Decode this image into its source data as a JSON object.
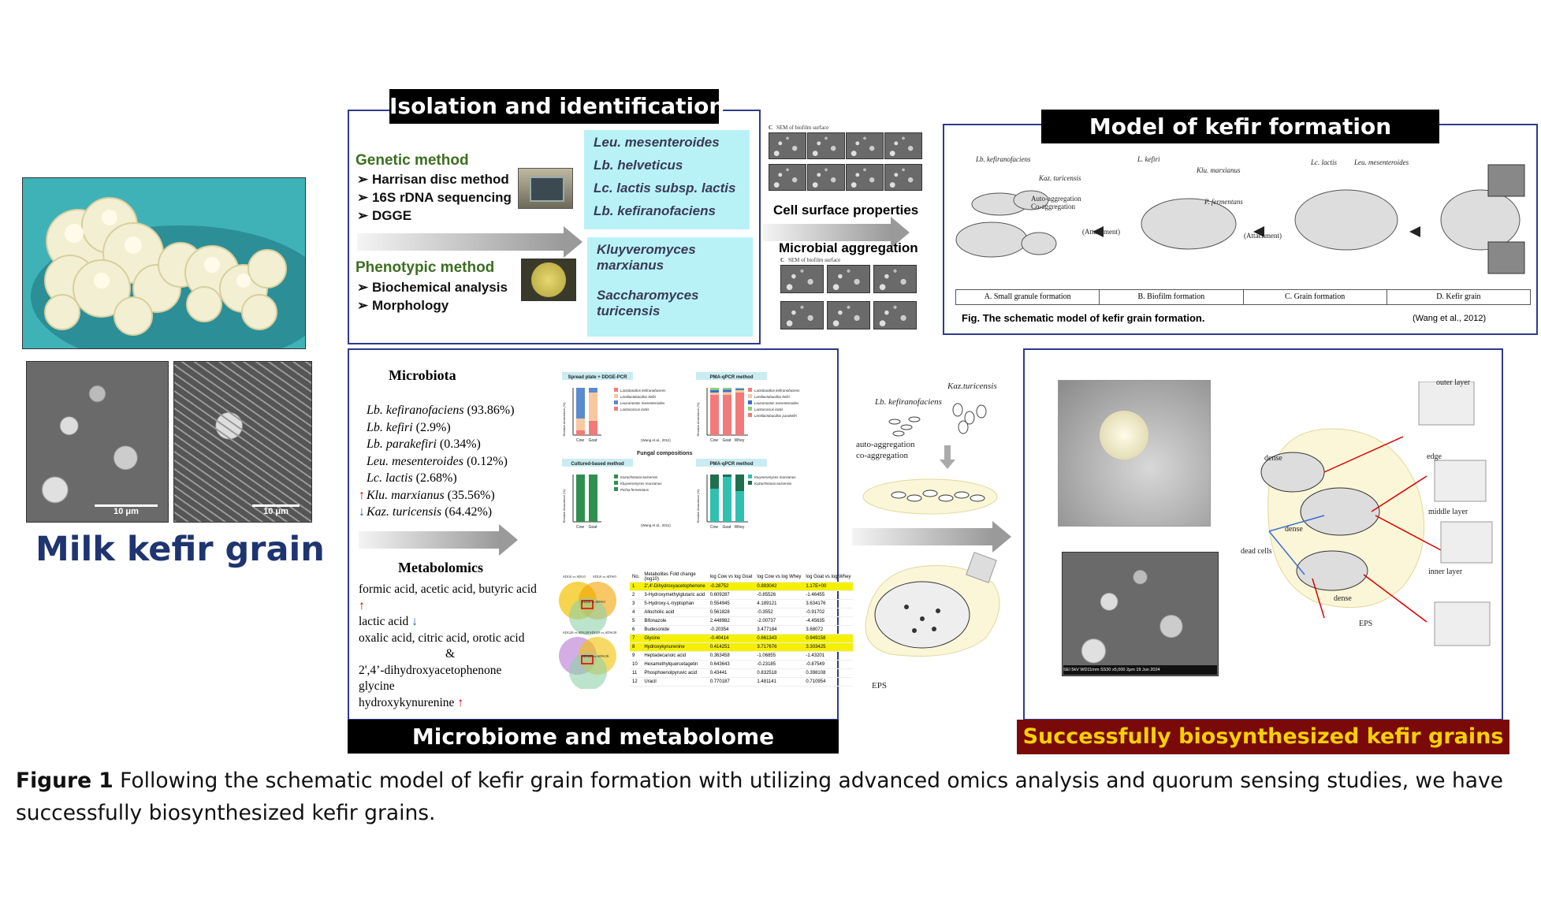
{
  "milk_kefir": {
    "label": "Milk kefir grain",
    "scale_left": "10 μm",
    "scale_right": "10 μm"
  },
  "isolation": {
    "title": "Isolation and identification",
    "genetic_heading": "Genetic method",
    "genetic_items": [
      "Harrisan disc method",
      "16S rDNA  sequencing",
      "DGGE"
    ],
    "phenotypic_heading": "Phenotypic method",
    "phenotypic_items": [
      "Biochemical analysis",
      "Morphology"
    ],
    "bacteria": [
      "Leu. mesenteroides",
      "Lb. helveticus",
      "Lc. lactis subsp. lactis",
      "Lb. kefiranofaciens"
    ],
    "yeast_1": "Kluyveromyces marxianus",
    "yeast_2": "Saccharomyces turicensis"
  },
  "middle": {
    "cell_surface": "Cell surface properties",
    "microbial_aggregation": "Microbial aggregation",
    "sem_top_caption": "SEM of biofilm surface",
    "sem_top_label": "C",
    "sem_bottom_caption": "SEM of biofilm surface",
    "sem_bottom_label": "C"
  },
  "model": {
    "title": "Model of kefir formation",
    "labels_a": [
      "Lb. kefiranofaciens",
      "Kaz. turicensis",
      "Auto-aggregation",
      "Co-aggregation"
    ],
    "labels_b": [
      "L. kefiri",
      "Klu. marxianus",
      "P. fermentans"
    ],
    "labels_c": [
      "Lc. lactis",
      "Leu. mesenteroides"
    ],
    "attachment": "(Attachment)",
    "stages": [
      "A. Small granule formation",
      "B. Biofilm formation",
      "C. Grain formation",
      "D. Kefir grain"
    ],
    "caption": "Fig. The schematic model of kefir grain formation.",
    "citation": "(Wang et al., 2012)"
  },
  "microbiome": {
    "title": "Microbiome and metabolome",
    "microbiota_heading": "Microbiota",
    "microbiota": [
      {
        "name": "Lb. kefiranofaciens",
        "value": "(93.86%)",
        "arrow": ""
      },
      {
        "name": "Lb. kefiri",
        "value": "(2.9%)",
        "arrow": ""
      },
      {
        "name": "Lb. parakefiri",
        "value": "(0.34%)",
        "arrow": ""
      },
      {
        "name": "Leu. mesenteroides",
        "value": "(0.12%)",
        "arrow": ""
      },
      {
        "name": "Lc. lactis",
        "value": "(2.68%)",
        "arrow": ""
      },
      {
        "name": "Klu. marxianus",
        "value": "(35.56%)",
        "arrow": "↑"
      },
      {
        "name": "Kaz. turicensis",
        "value": "(64.42%)",
        "arrow": "↓"
      }
    ],
    "metabolomics_heading": "Metabolomics",
    "metabolites_1": "formic acid, acetic acid, butyric acid",
    "metabolites_2": "lactic acid",
    "metabolites_3": "oxalic acid, citric acid, orotic acid",
    "amp": "&",
    "metabolites_4": "2',4’-dihydroxyacetophenone",
    "metabolites_5": "glycine",
    "metabolites_6": "hydroxykynurenine",
    "up_arrow": "↑",
    "down_arrow": "↓",
    "chart1_title": "Spread plate + DDGE-PCR",
    "chart2_title": "PMA-qPCR method",
    "fungal_heading": "Fungal compositions",
    "chart3_title": "Cultured-based method",
    "chart4_title": "PMA-qPCR method",
    "bact_legend": [
      "Lactobacillus kefiranofaciens",
      "Lentilactobacillus kefiri",
      "Leuconostoc mesenteroides",
      "Lactococcus lactis"
    ],
    "bact_legend2": [
      "Lactobacillus kefiranofaciens",
      "Lentilactobacillus kefiri",
      "Leuconostoc mesenteroides",
      "Lactococcus lactis",
      "Lentilactobacillus parakefiri"
    ],
    "fungal_legend": [
      "Kazachstania turicensis",
      "Kluyveromyces marxianus",
      "Pichia fermentans"
    ],
    "fungal_legend2": [
      "Kluyveromyces marxianus",
      "Kazachstania turicensis"
    ],
    "x_cats_2": [
      "Cow",
      "Goat"
    ],
    "x_cats_3": [
      "Cow",
      "Goat",
      "Whey"
    ],
    "y_label": "Relative Abundance (%)",
    "chart_cite": "(Wang et al., 2011)",
    "venn_labels": [
      "SDG0 vs SDG0",
      "SDG0 vs SDW0",
      "SDG0 vs SDW0",
      "SDG28 vs SDG28",
      "SDG28 vs SDW28",
      "SDG28 vs SDW28"
    ],
    "table_headers": [
      "No.",
      "Metabolites Fold change (log10)",
      "log Cow vs log Goat",
      "log Cow vs log Whey",
      "log Goat vs log Whey"
    ],
    "table_rows": [
      [
        "1",
        "2',4'-Dihydroxyacetophenone",
        "-0.28752",
        "0.883042",
        "1.17E+00"
      ],
      [
        "2",
        "3-Hydroxymethylglutaric acid",
        "0.609287",
        "-0.85526",
        "-1.46455"
      ],
      [
        "3",
        "5-Hydroxy-L-tryptophan",
        "0.554945",
        "4.189121",
        "3.634176"
      ],
      [
        "4",
        "Allocholic acid",
        "0.561828",
        "-0.3552",
        "-0.91702"
      ],
      [
        "5",
        "Bifonazole",
        "2.448982",
        "-2.00737",
        "-4.45635"
      ],
      [
        "6",
        "Budesonide",
        "-0.20354",
        "3.477184",
        "3.68072"
      ],
      [
        "7",
        "Glycine",
        "-0.40414",
        "0.661343",
        "0.949158"
      ],
      [
        "8",
        "Hydroxykynurenine",
        "0.414251",
        "3.717676",
        "3.303425"
      ],
      [
        "9",
        "Heptadecanoic acid",
        "0.363458",
        "-1.06855",
        "-1.43201"
      ],
      [
        "10",
        "Hexamethylquercetagetin",
        "0.643643",
        "-0.23185",
        "-0.87549"
      ],
      [
        "11",
        "Phosphoenolpyruvic acid",
        "0.43441",
        "0.832518",
        "0.398108"
      ],
      [
        "12",
        "Uracil",
        "0.770187",
        "1.481141",
        "0.710954"
      ]
    ]
  },
  "aggregation_diagram": {
    "lb_label": "Lb. kefiranofaciens",
    "kaz_label": "Kaz.turicensis",
    "auto": "auto-aggregation",
    "co": "co-aggregation",
    "eps": "EPS"
  },
  "biosynth": {
    "title": "Successfully biosynthesized kefir grains",
    "labels": [
      "outer layer",
      "edge",
      "middle layer",
      "inner layer",
      "dense",
      "dense",
      "dead cells",
      "dense",
      "EPS"
    ],
    "sem_info": "SEI  5kV  WD11mm  SS30  x5,000  2μm  19 Jun 2024"
  },
  "caption": {
    "label": "Figure 1",
    "text": " Following the schematic model of kefir grain formation with utilizing advanced omics analysis and quorum sensing studies, we have successfully biosynthesized kefir grains."
  },
  "colors": {
    "frame": "#2e3b8c",
    "cyan": "#b8f2f7",
    "green": "#3c6e20",
    "kefir_title": "#1e3570",
    "biosynth_bar": "#7a0a0a",
    "biosynth_text": "#f5d100"
  }
}
